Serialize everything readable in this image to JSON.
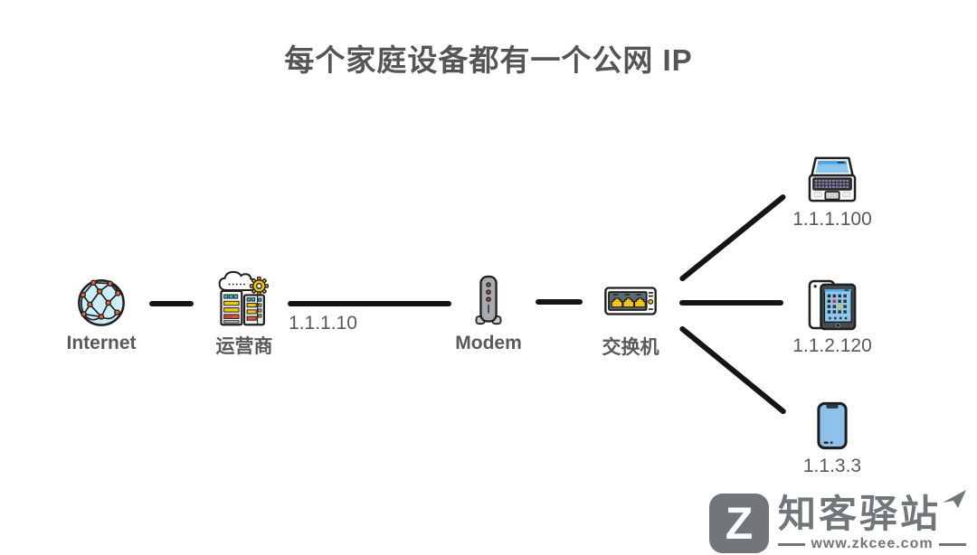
{
  "title": "每个家庭设备都有一个公网 IP",
  "nodes": {
    "internet": {
      "label": "Internet"
    },
    "isp": {
      "label": "运营商"
    },
    "modem": {
      "label": "Modem"
    },
    "switch": {
      "label": "交换机"
    },
    "laptop": {
      "ip": "1.1.1.100"
    },
    "tablet": {
      "ip": "1.1.2.120"
    },
    "phone": {
      "ip": "1.1.3.3"
    }
  },
  "links": {
    "isp_to_modem_ip": "1.1.1.10"
  },
  "watermark": {
    "logo_letter": "Z",
    "site_name": "知客驿站",
    "site_url": "www.zkcee.com"
  },
  "colors": {
    "text_gray": "#595959",
    "line_black": "#151515",
    "globe_blue": "#cdeef7",
    "node_orange": "#e8633a",
    "accent_yellow": "#f0c419",
    "accent_teal": "#35c2c5",
    "accent_red": "#e0533d",
    "screen_blue": "#8ec7ef",
    "watermark_gray": "#70767a"
  }
}
